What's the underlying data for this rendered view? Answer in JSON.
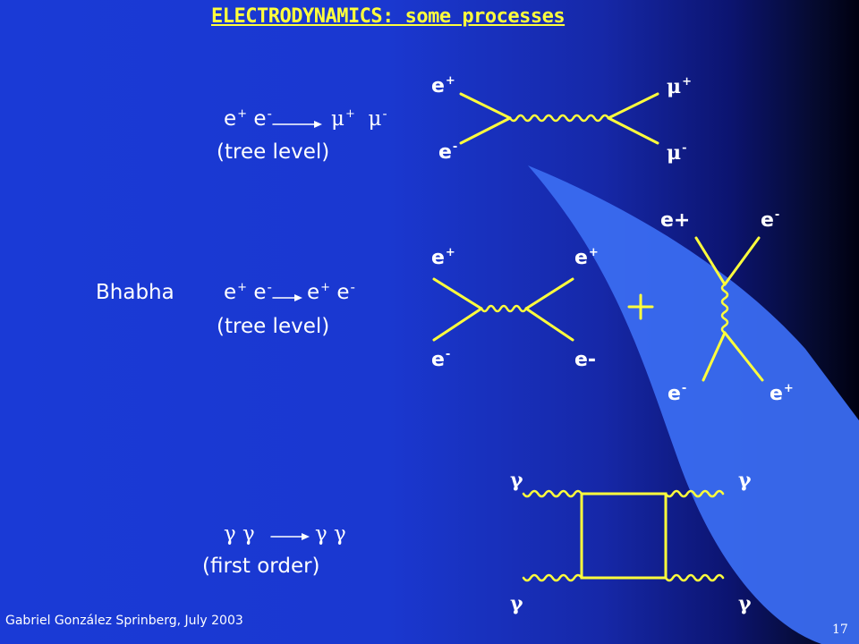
{
  "slide": {
    "title": "ELECTRODYNAMICS: some processes",
    "author": "Gabriel González Sprinberg, July 2003",
    "page_number": "17"
  },
  "process1": {
    "reaction_left": "e",
    "reaction_left2": "e",
    "reaction_right": "μ",
    "reaction_right2": "μ",
    "note": "(tree level)",
    "diagram_labels": {
      "top_left": "e",
      "bottom_left": "e",
      "top_right": "μ",
      "bottom_right": "μ",
      "plus": "+",
      "minus": "-"
    }
  },
  "process2": {
    "name": "Bhabha",
    "reaction_left": "e",
    "reaction_left2": "e",
    "reaction_right": "e",
    "reaction_right2": "e",
    "note": "(tree level)",
    "s_channel_labels": {
      "top_left": "e",
      "top_right": "e",
      "bottom_left": "e",
      "bottom_right": "e-"
    },
    "plus_sign": "+",
    "t_channel_labels": {
      "top_left": "e+",
      "top_right": "e",
      "bottom_left": "e",
      "bottom_right": "e"
    }
  },
  "process3": {
    "reaction": "γ γ",
    "reaction_right": "γ γ",
    "note": "(first order)",
    "gamma": "γ"
  },
  "colors": {
    "diagram": "#ffff3c",
    "title": "#ffff3c",
    "text": "#ffffff",
    "arc_light": "#3a6cf0"
  }
}
